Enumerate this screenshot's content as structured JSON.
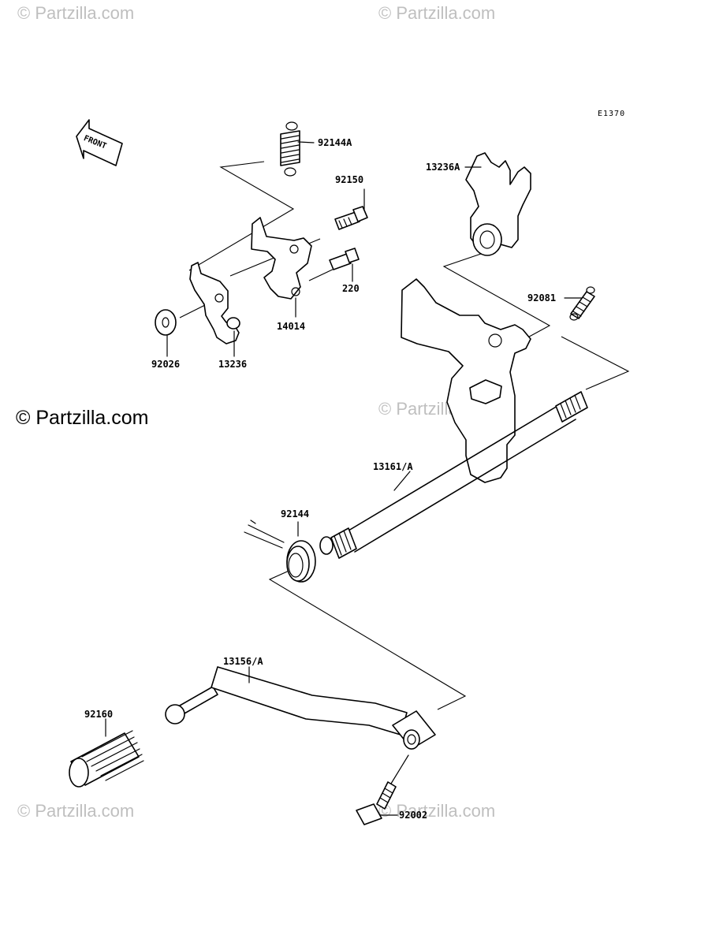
{
  "diagram_code": "E1370",
  "front_label": "FRONT",
  "watermarks": {
    "light": "© Partzilla.com",
    "main": "© Partzilla.com"
  },
  "labels": {
    "p92144A": "92144A",
    "p92150": "92150",
    "p13236A": "13236A",
    "p92081": "92081",
    "p220": "220",
    "p14014": "14014",
    "p92026": "92026",
    "p13236": "13236",
    "p13161A": "13161/A",
    "p92144": "92144",
    "p13156A": "13156/A",
    "p92160": "92160",
    "p92002": "92002"
  }
}
